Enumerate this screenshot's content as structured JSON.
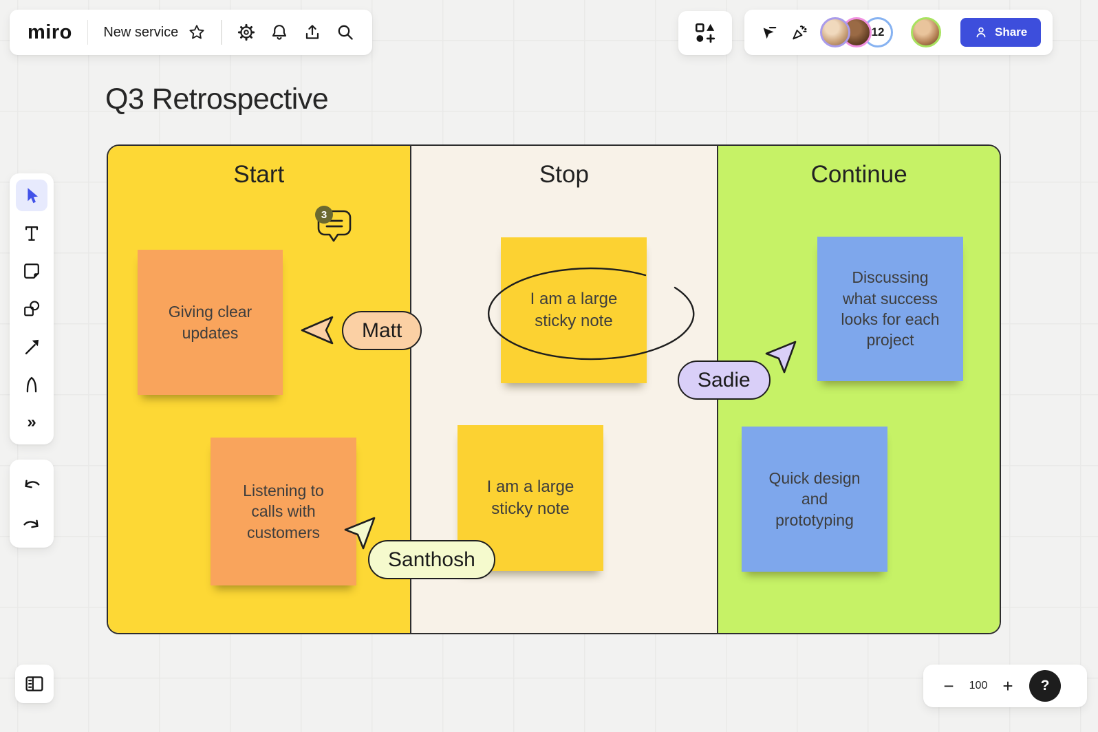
{
  "topbar": {
    "logo": "miro",
    "board_name": "New service",
    "icons": [
      "star-icon",
      "settings-icon",
      "notifications-icon",
      "export-icon",
      "search-icon"
    ]
  },
  "collab": {
    "apps_icon": "apps-picker-icon",
    "cursor_toggle_icon": "collaborator-cursors-icon",
    "reactions_icon": "confetti-icon",
    "active_count": "12",
    "share_label": "Share"
  },
  "tools": [
    "select",
    "text",
    "sticky-note",
    "shapes",
    "arrow",
    "pen",
    "more"
  ],
  "canvas": {
    "title": "Q3 Retrospective",
    "comment_count": "3",
    "columns": [
      {
        "name": "Start",
        "color": "#FDD835"
      },
      {
        "name": "Stop",
        "color": "#F8F2E8"
      },
      {
        "name": "Continue",
        "color": "#C6F266"
      }
    ],
    "stickies": [
      {
        "text": "Giving clear updates",
        "color": "#F9A45C",
        "column": "Start"
      },
      {
        "text": "Listening to calls with customers",
        "color": "#F9A45C",
        "column": "Start"
      },
      {
        "text": "I am a large sticky note",
        "color": "#FCD232",
        "column": "Stop"
      },
      {
        "text": "I am a large sticky note",
        "color": "#FCD232",
        "column": "Stop"
      },
      {
        "text": "Discussing what success looks for each project",
        "color": "#7EA7EC",
        "column": "Continue"
      },
      {
        "text": "Quick design and prototyping",
        "color": "#7EA7EC",
        "column": "Continue"
      }
    ],
    "cursors": [
      {
        "name": "Matt",
        "color": "#FBD0A4"
      },
      {
        "name": "Santhosh",
        "color": "#F5FACD"
      },
      {
        "name": "Sadie",
        "color": "#D9CFF8"
      }
    ]
  },
  "zoom_controls": {
    "level": "100",
    "help_label": "?"
  },
  "colors": {
    "share_button": "#3D4EDC",
    "selected_tool_bg": "#E7EAFD",
    "selected_tool_arrow": "#4252E8",
    "frame_border": "#2D2D2D",
    "comment_badge": "#6B6930",
    "count_ring": "#86B2F1",
    "avatar_rings": [
      "#A99BEA",
      "#F08FE0",
      "#A8E25F"
    ],
    "page_background": "#F2F2F1"
  }
}
